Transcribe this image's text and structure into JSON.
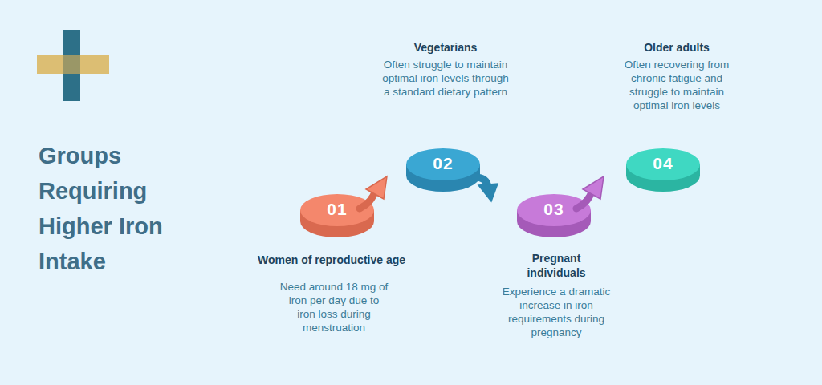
{
  "diagram": {
    "title": "Groups Requiring Higher Iron Intake",
    "nodes": [
      {
        "text": [
          "01",
          "Women of reproductive age",
          "Need around 18 mg of iron per day due to iron loss during menstruation"
        ]
      },
      {
        "text": [
          "02",
          "Vegetarians",
          "Often struggle to maintain optimal iron levels through a standard dietary pattern"
        ]
      },
      {
        "text": [
          "03",
          "Pregnant individuals",
          "Experience a dramatic increase in iron requirements during pregnancy"
        ]
      },
      {
        "text": [
          "04",
          "Older adults",
          "Often recovering from chronic fatigue and struggle to maintain optimal iron levels"
        ]
      }
    ]
  }
}
